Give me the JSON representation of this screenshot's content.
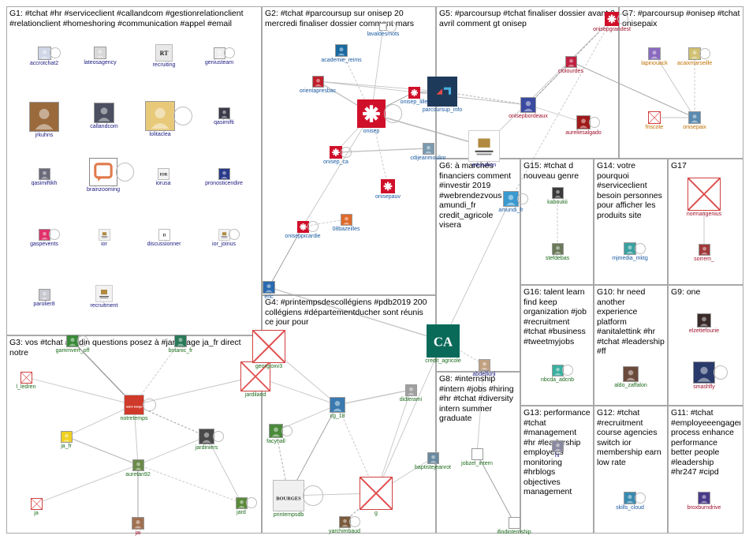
{
  "groups": [
    {
      "id": "G1",
      "label": "G1: #tchat #hr #serviceclient #callandcom #gestionrelationclient #relationclient #homeshoring #communication #appel #email"
    },
    {
      "id": "G2",
      "label": "G2: #tchat #parcoursup sur onisep 20 mercredi finaliser dossier comment mars"
    },
    {
      "id": "G5",
      "label": "G5: #parcoursup #tchat finaliser dossier avant 3 avril comment gt onisep"
    },
    {
      "id": "G7",
      "label": "G7: #parcoursup #onisep #tchat onisepaix"
    },
    {
      "id": "G3",
      "label": "G3: vos #tchat #jardin questions posez à #jardinage ja_fr direct notre"
    },
    {
      "id": "G4",
      "label": "G4: #printempsdescollégiens #pdb2019 200 collégiens #départementducher sont réunis ce jour pour"
    },
    {
      "id": "G6",
      "label": "G6: à marchés financiers comment #investir 2019 #webrendezvous amundi_fr credit_agricole visera"
    },
    {
      "id": "G15",
      "label": "G15: #tchat d nouveau genre"
    },
    {
      "id": "G14",
      "label": "G14: votre pourquoi #serviceclient besoin personnes pour afficher les produits site"
    },
    {
      "id": "G17",
      "label": "G17"
    },
    {
      "id": "G16",
      "label": "G16: talent learn find keep organization #job #recruitment #tchat #business #tweetmyjobs"
    },
    {
      "id": "G10",
      "label": "G10: hr need another experience platform #anitalettink #hr #tchat #leadership #ff"
    },
    {
      "id": "G9",
      "label": "G9: one"
    },
    {
      "id": "G8",
      "label": "G8: #internship #intern #jobs #hiring #hr #tchat #diversity intern summer graduate"
    },
    {
      "id": "G13",
      "label": "G13: performance #tchat #management #hr #leadership employees monitoring #hrblogs objectives management"
    },
    {
      "id": "G12",
      "label": "G12: #tchat #recruitment course agencies switch ior membership earn low rate"
    },
    {
      "id": "G11",
      "label": "G11: #tchat #employeeengagement process enhance performance better people #leadership #hr247 #cipd"
    }
  ],
  "nodes": [
    {
      "id": "accrotchat2",
      "label": "accrotchat2",
      "icon": "avatar-icon",
      "color": "#cfd6e6"
    },
    {
      "id": "lateosagency",
      "label": "lateosagency",
      "icon": "avatar-icon",
      "color": "#d8d8d8"
    },
    {
      "id": "recruiting",
      "label": "recruiting",
      "icon": "logo-icon",
      "color": "#e8e8e8",
      "text": "RT"
    },
    {
      "id": "geniusteam",
      "label": "geniusteam",
      "icon": "avatar-icon",
      "color": "#eeeeee"
    },
    {
      "id": "jrkuhns",
      "label": "jrkuhns",
      "icon": "avatar-icon",
      "color": "#9a6a3c"
    },
    {
      "id": "callandcom",
      "label": "callandcom",
      "icon": "avatar-icon",
      "color": "#4a5060"
    },
    {
      "id": "lolitaclea",
      "label": "lolitaclea",
      "icon": "avatar-icon",
      "color": "#e8c97a"
    },
    {
      "id": "qasimifti",
      "label": "qasimifti",
      "icon": "avatar-icon",
      "color": "#3a3a4a"
    },
    {
      "id": "qasimiftikh",
      "label": "qasimiftikh",
      "icon": "avatar-icon",
      "color": "#6a6a7a"
    },
    {
      "id": "brainzooming",
      "label": "brainzooming",
      "icon": "speech-icon",
      "color": "#e07a4a"
    },
    {
      "id": "iorusa",
      "label": "iorusa",
      "icon": "logo-icon",
      "color": "#f4f4f4",
      "text": "IOR"
    },
    {
      "id": "pronosticendire",
      "label": "pronosticendire",
      "icon": "avatar-icon",
      "color": "#2a3a8a"
    },
    {
      "id": "gaspevents",
      "label": "gaspevents",
      "icon": "avatar-icon",
      "color": "#e0306a"
    },
    {
      "id": "ior",
      "label": "ior",
      "icon": "crest-icon",
      "color": "#f2f2f2"
    },
    {
      "id": "discussionner",
      "label": "discussionner",
      "icon": "logo-icon",
      "color": "#ffffff",
      "text": "D"
    },
    {
      "id": "ior_joinus",
      "label": "ior_joinus",
      "icon": "crest-icon",
      "color": "#f2f2f2"
    },
    {
      "id": "parolier8",
      "label": "parolier8",
      "icon": "avatar-icon",
      "color": "#c8c8d0"
    },
    {
      "id": "recruitment",
      "label": "recruitment",
      "icon": "crest-icon",
      "color": "#f2f2f2"
    },
    {
      "id": "lavaldesmots",
      "label": "lavaldesmots",
      "icon": "avatar-icon",
      "color": "#ffffff"
    },
    {
      "id": "academie_reims",
      "label": "academie_reims",
      "icon": "avatar-icon",
      "color": "#1a6aa0"
    },
    {
      "id": "orientapresbac",
      "label": "orientapresbac",
      "icon": "avatar-icon",
      "color": "#c0202a"
    },
    {
      "id": "onisep",
      "label": "onisep",
      "icon": "onisep-logo-icon",
      "color": "#d0102a"
    },
    {
      "id": "onisep_lille",
      "label": "onisep_lille",
      "icon": "onisep-logo-icon",
      "color": "#d0102a"
    },
    {
      "id": "parcoursup_info",
      "label": "parcoursup_info",
      "icon": "parcoursup-logo-icon",
      "color": "#1e3a5a"
    },
    {
      "id": "onisep_ca",
      "label": "onisep_ca",
      "icon": "onisep-logo-icon",
      "color": "#d0102a"
    },
    {
      "id": "cdijeanmoulinr",
      "label": "cdijeanmoulinr",
      "icon": "avatar-icon",
      "color": "#7a9ab0"
    },
    {
      "id": "onisepauv",
      "label": "onisepauv",
      "icon": "onisep-logo-icon",
      "color": "#d0102a"
    },
    {
      "id": "oniseppicardie",
      "label": "oniseppicardie",
      "icon": "onisep-logo-icon",
      "color": "#d0102a"
    },
    {
      "id": "08bazeilles",
      "label": "08bazeilles",
      "icon": "avatar-icon",
      "color": "#e06a2a"
    },
    {
      "id": "eric",
      "label": "eric",
      "icon": "avatar-icon",
      "color": "#2a6ab0"
    },
    {
      "id": "onisepgrandest",
      "label": "onisepgrandest",
      "icon": "onisep-logo-icon",
      "color": "#d0102a"
    },
    {
      "id": "ciolourdes",
      "label": "ciolourdes",
      "icon": "avatar-icon",
      "color": "#c02040"
    },
    {
      "id": "onisepbordeaux",
      "label": "onisepbordeaux",
      "icon": "avatar-icon",
      "color": "#3a4aa0"
    },
    {
      "id": "aurelie",
      "label": "aureliesalgado",
      "icon": "avatar-icon",
      "color": "#a01a1a"
    },
    {
      "id": "gouvernement",
      "label": "education",
      "icon": "crest-icon",
      "color": "#ffffff"
    },
    {
      "id": "lapinouack",
      "label": "lapinouack",
      "icon": "avatar-icon",
      "color": "#8a6ac0"
    },
    {
      "id": "acaixmarseille",
      "label": "acaixmarseille",
      "icon": "avatar-icon",
      "color": "#d0c070"
    },
    {
      "id": "friscote",
      "label": "friscote",
      "icon": "x-icon",
      "color": "#ffffff"
    },
    {
      "id": "onisepaix",
      "label": "onisepaix",
      "icon": "avatar-icon",
      "color": "#5a8ab0"
    },
    {
      "id": "gammvert_off",
      "label": "gammvert_off",
      "icon": "avatar-icon",
      "color": "#3a8a3a"
    },
    {
      "id": "botanic_fr",
      "label": "botanic_fr",
      "icon": "avatar-icon",
      "color": "#2a7a5a"
    },
    {
      "id": "l_ledren",
      "label": "l_ledren",
      "icon": "x-icon",
      "color": "#ffffff"
    },
    {
      "id": "notretemps",
      "label": "notretemps",
      "icon": "logo-icon",
      "color": "#d03a2a",
      "text": "notre temps"
    },
    {
      "id": "jardiland",
      "label": "jardiland",
      "icon": "x-icon",
      "color": "#ffffff"
    },
    {
      "id": "ja_fr",
      "label": "ja_fr",
      "icon": "avatar-icon",
      "color": "#f0d020"
    },
    {
      "id": "jardiniers",
      "label": "jardiniers",
      "icon": "avatar-icon",
      "color": "#4a4a4a"
    },
    {
      "id": "auretan92",
      "label": "auretan92",
      "icon": "avatar-icon",
      "color": "#6a8a4a"
    },
    {
      "id": "ja",
      "label": "ja",
      "icon": "x-icon",
      "color": "#ffffff"
    },
    {
      "id": "jard",
      "label": "jard",
      "icon": "avatar-icon",
      "color": "#5a8a3a"
    },
    {
      "id": "jai",
      "label": "jai",
      "icon": "avatar-icon",
      "color": "#a07050"
    },
    {
      "id": "georgioxv3",
      "label": "georgioxv3",
      "icon": "x-icon",
      "color": "#ffffff"
    },
    {
      "id": "amundi_fr",
      "label": "amundi_fr",
      "icon": "avatar-icon",
      "color": "#3a9ad0"
    },
    {
      "id": "credit_agricole",
      "label": "credit_agricole",
      "icon": "ca-logo-icon",
      "color": "#0a6a5a"
    },
    {
      "id": "abdellkirji",
      "label": "abdellkirji",
      "icon": "avatar-icon",
      "color": "#c0a080"
    },
    {
      "id": "facynall",
      "label": "facynall",
      "icon": "avatar-icon",
      "color": "#4a8a3a"
    },
    {
      "id": "cg_18",
      "label": "cg_18",
      "icon": "avatar-icon",
      "color": "#3a7ab0"
    },
    {
      "id": "didierami",
      "label": "didierami",
      "icon": "avatar-icon",
      "color": "#a0a0a0"
    },
    {
      "id": "printempsdb",
      "label": "printempsdb",
      "icon": "logo-icon",
      "color": "#f0f0f0",
      "text": "BOURGES"
    },
    {
      "id": "g",
      "label": "g",
      "icon": "x-icon",
      "color": "#ffffff"
    },
    {
      "id": "baptistejeanrot",
      "label": "baptistejeanrot",
      "icon": "avatar-icon",
      "color": "#6a8aa0"
    },
    {
      "id": "yarchimbaud",
      "label": "yarchimbaud",
      "icon": "avatar-icon",
      "color": "#7a5a3a"
    },
    {
      "id": "kaboukii",
      "label": "kaboukii",
      "icon": "avatar-icon",
      "color": "#3a3a3a"
    },
    {
      "id": "stefdebas",
      "label": "stefdebas",
      "icon": "avatar-icon",
      "color": "#6a7a5a"
    },
    {
      "id": "mjmedia_mktg",
      "label": "mjmedia_mktg",
      "icon": "avatar-icon",
      "color": "#3aa0a0"
    },
    {
      "id": "normangenius",
      "label": "normangenius",
      "icon": "x-icon",
      "color": "#ffffff"
    },
    {
      "id": "sorrem_",
      "label": "sorrem_",
      "icon": "avatar-icon",
      "color": "#a03a3a"
    },
    {
      "id": "nbcda_adcnb",
      "label": "nbcda_adcnb",
      "icon": "avatar-icon",
      "color": "#3ab0a0"
    },
    {
      "id": "aldo_zaffalon",
      "label": "aldo_zaffalon",
      "icon": "avatar-icon",
      "color": "#6a4a3a"
    },
    {
      "id": "elzettefourie",
      "label": "elzettefourie",
      "icon": "avatar-icon",
      "color": "#3a2a2a"
    },
    {
      "id": "smashfly",
      "label": "smashfly",
      "icon": "avatar-icon",
      "color": "#2a3a6a"
    },
    {
      "id": "jobzel_intern",
      "label": "jobzel_intern",
      "icon": "avatar-icon",
      "color": "#ffffff"
    },
    {
      "id": "ifindinternship",
      "label": "ifindinternship",
      "icon": "avatar-icon",
      "color": "#ffffff"
    },
    {
      "id": "skills_cloud",
      "label": "skills_cloud",
      "icon": "avatar-icon",
      "color": "#3a8ab0"
    },
    {
      "id": "broxburndrive",
      "label": "broxburndrive",
      "icon": "avatar-icon",
      "color": "#4a3a8a"
    },
    {
      "id": "nthg_perf",
      "label": "hr",
      "icon": "avatar-icon",
      "color": "#8a8aa0"
    }
  ]
}
